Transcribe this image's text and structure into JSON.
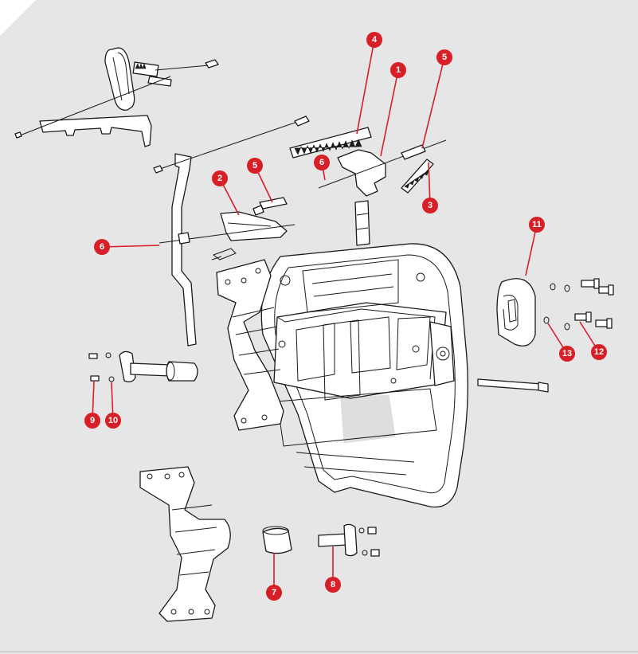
{
  "diagram": {
    "background_color": "#e6e6e6",
    "accent_color": "#d61f26",
    "callouts": [
      {
        "id": "c1",
        "label": "1"
      },
      {
        "id": "c2",
        "label": "2"
      },
      {
        "id": "c3",
        "label": "3"
      },
      {
        "id": "c4",
        "label": "4"
      },
      {
        "id": "c5a",
        "label": "5"
      },
      {
        "id": "c5b",
        "label": "5"
      },
      {
        "id": "c6a",
        "label": "6"
      },
      {
        "id": "c6b",
        "label": "6"
      },
      {
        "id": "c7",
        "label": "7"
      },
      {
        "id": "c8",
        "label": "8"
      },
      {
        "id": "c9",
        "label": "9"
      },
      {
        "id": "c10",
        "label": "10"
      },
      {
        "id": "c11",
        "label": "11"
      },
      {
        "id": "c12",
        "label": "12"
      },
      {
        "id": "c13",
        "label": "13"
      }
    ]
  }
}
